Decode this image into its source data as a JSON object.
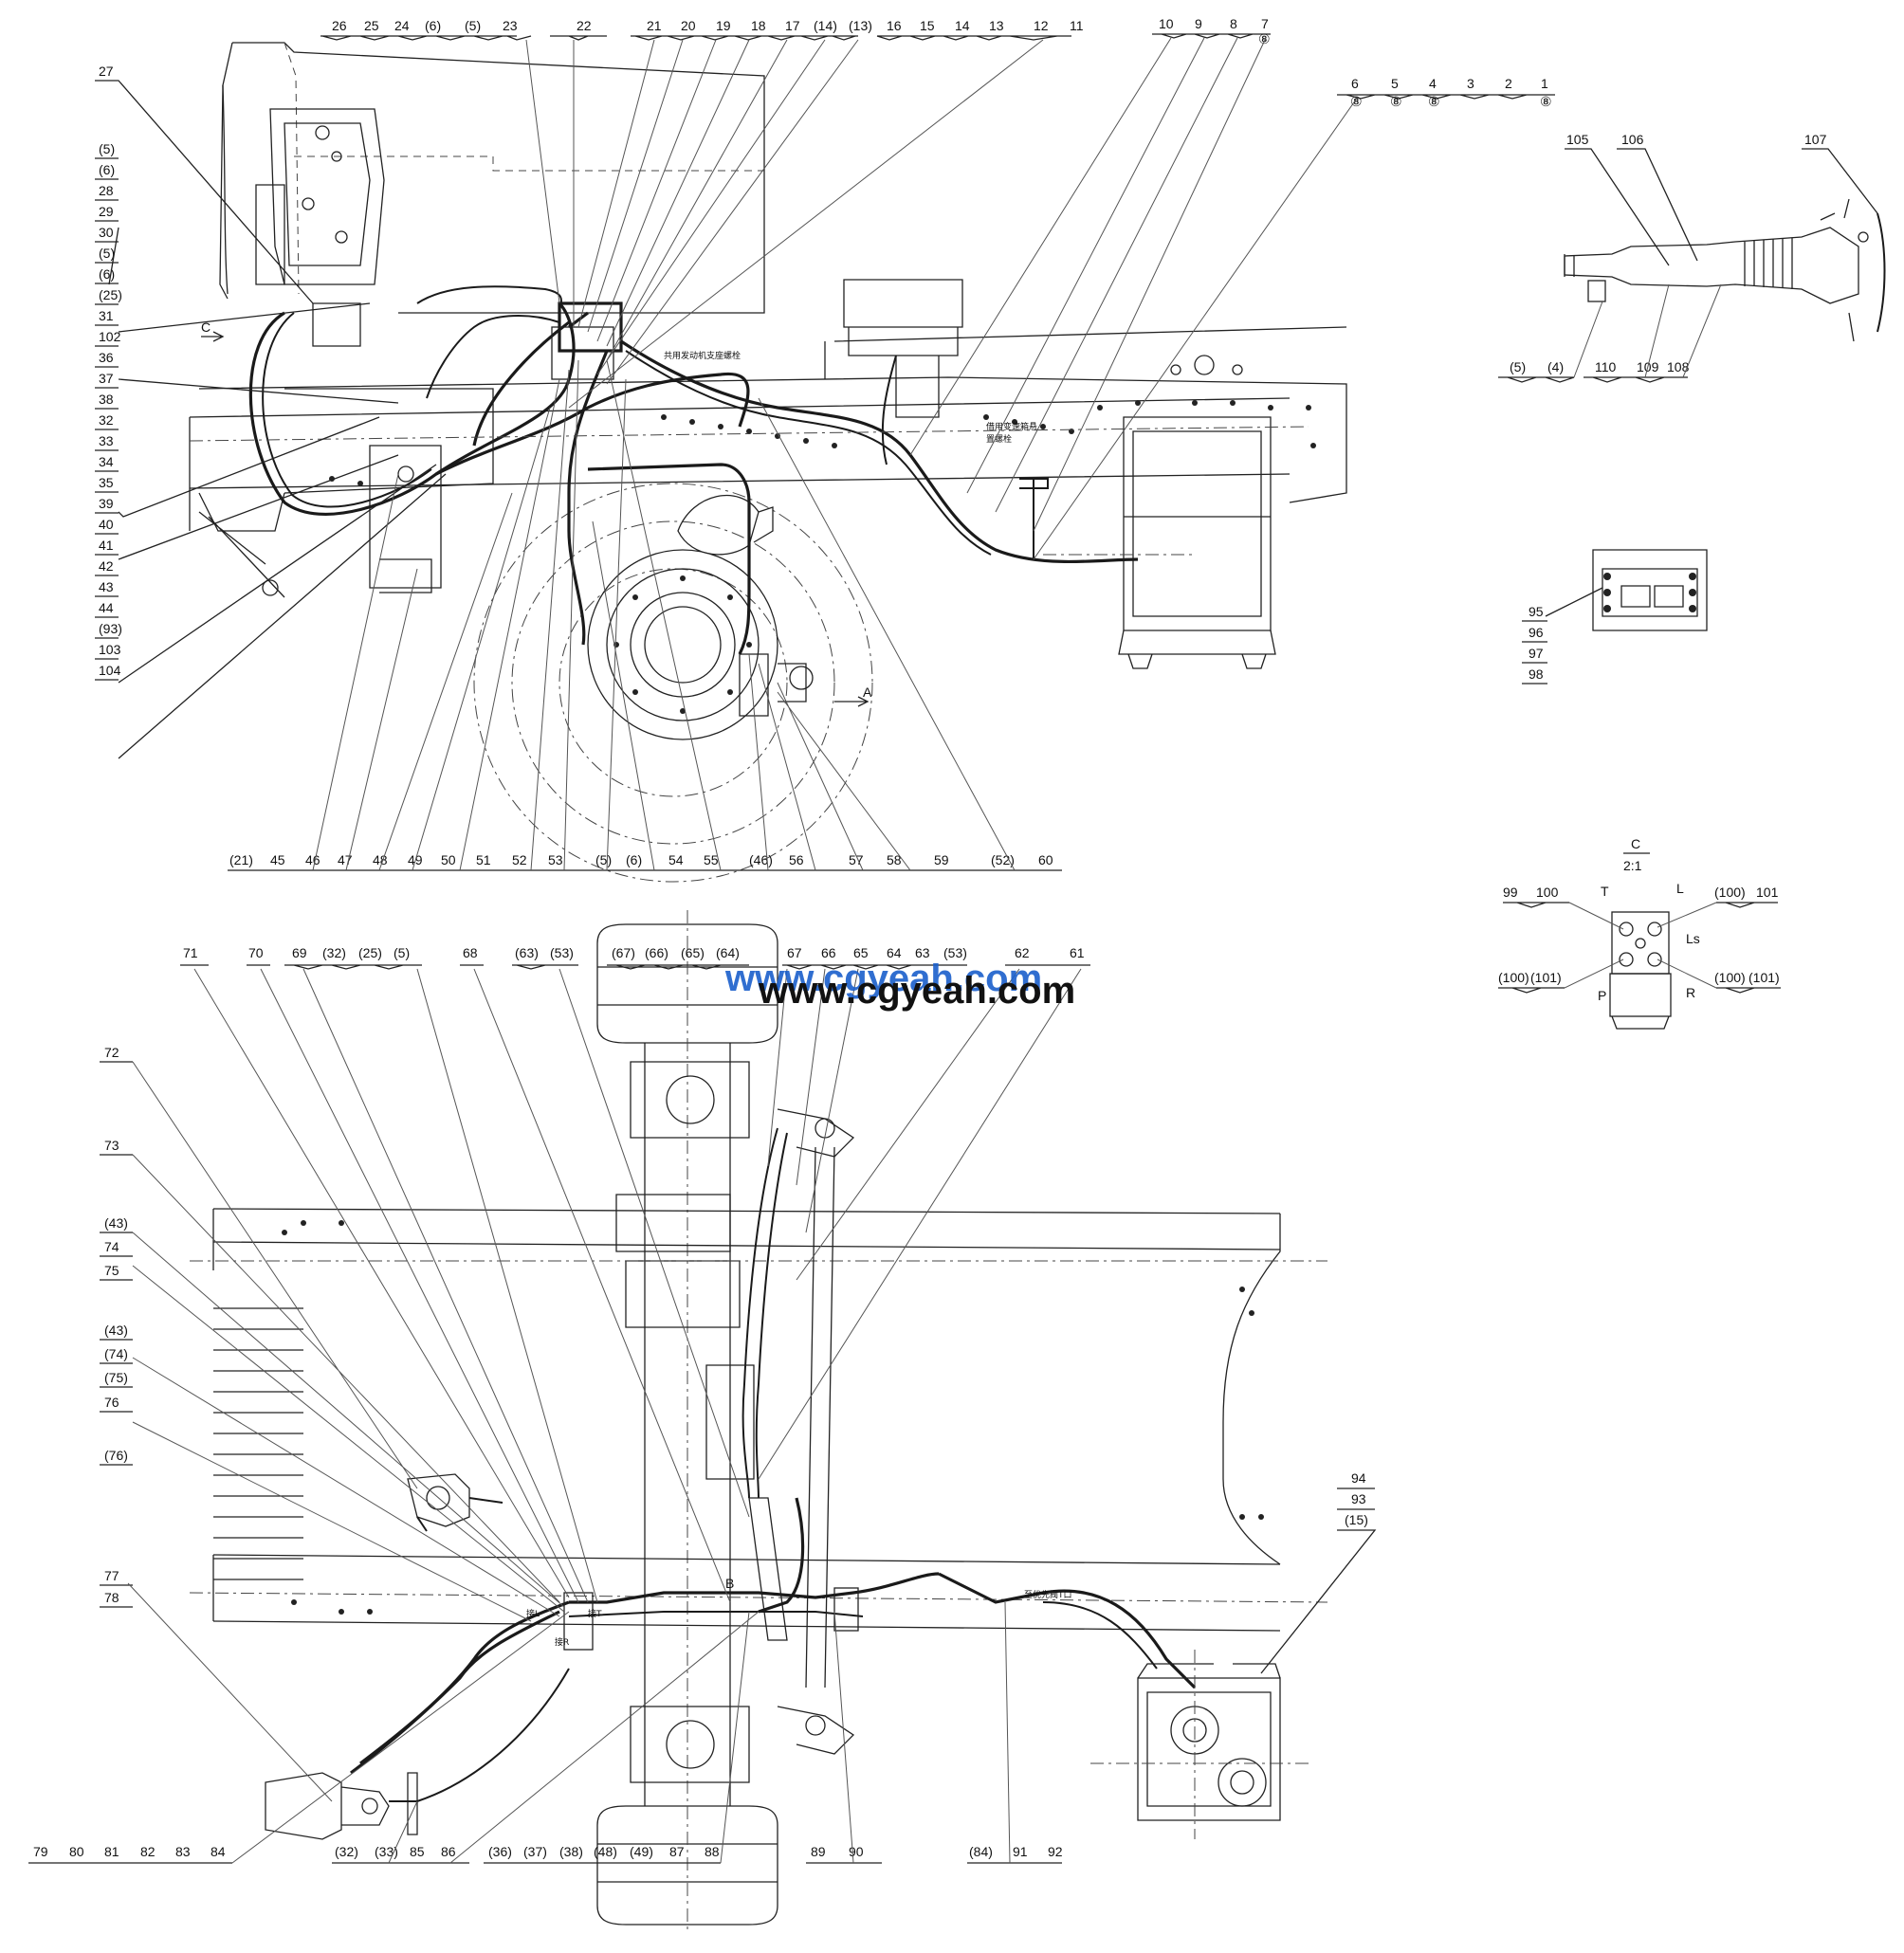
{
  "watermark": {
    "front": "www.cgyeah.com",
    "back": "www.cgyeah.com",
    "color": "#1a5fcc"
  },
  "notes": {
    "shared_engine_bolt": "共用发动机支座螺栓",
    "shared_trans_bolt": "借用变速箱悬置螺栓",
    "to_priority_valve": "至优先阀T口",
    "port_L": "接L",
    "port_T": "接T",
    "port_R": "接R"
  },
  "arrows": {
    "view_c": "C",
    "view_a": "A",
    "view_b": "B"
  },
  "detail": {
    "title": "C",
    "scale": "2:1",
    "port_T": "T",
    "port_L": "L",
    "port_Ls": "Ls",
    "port_P": "P",
    "port_R": "R"
  },
  "callouts": {
    "top_row": [
      "26",
      "25",
      "24",
      "(6)",
      "(5)",
      "23",
      "22",
      "21",
      "20",
      "19",
      "18",
      "17",
      "(14)",
      "(13)",
      "16",
      "15",
      "14",
      "13",
      "12",
      "11"
    ],
    "top_right_a": [
      "10",
      "9",
      "8",
      "7",
      "⑧"
    ],
    "top_right_b": [
      "6",
      "5",
      "4",
      "3",
      "2",
      "1"
    ],
    "top_right_b_circ": [
      "⑧",
      "⑧",
      "⑧",
      "⑧"
    ],
    "left_col": [
      "27",
      "(5)",
      "(6)",
      "28",
      "29",
      "30",
      "(5)",
      "(6)",
      "(25)",
      "31",
      "102",
      "36",
      "37",
      "38",
      "32",
      "33",
      "34",
      "35",
      "39",
      "40",
      "41",
      "42",
      "43",
      "44",
      "(93)",
      "103",
      "104"
    ],
    "mid_bottom": [
      "(21)",
      "45",
      "46",
      "47",
      "48",
      "49",
      "50",
      "51",
      "52",
      "53",
      "(5)",
      "(6)",
      "54",
      "55",
      "(46)",
      "56",
      "57",
      "58",
      "59",
      "(52)",
      "60"
    ],
    "steer": [
      "105",
      "106",
      "107",
      "(5)",
      "(4)",
      "110",
      "109",
      "108"
    ],
    "valve_group": [
      "95",
      "96",
      "97",
      "98"
    ],
    "valve_c": [
      "99",
      "100",
      "(100)",
      "101",
      "(100)",
      "(101)",
      "(100)",
      "(101)"
    ],
    "lower_top": [
      "71",
      "70",
      "69",
      "(32)",
      "(25)",
      "(5)",
      "68",
      "(63)",
      "(53)",
      "(67)",
      "(66)",
      "(65)",
      "(64)",
      "67",
      "66",
      "65",
      "64",
      "63",
      "(53)",
      "62",
      "61"
    ],
    "lower_left": [
      "72",
      "73",
      "(43)",
      "74",
      "75",
      "(43)",
      "(74)",
      "(75)",
      "76",
      "(76)",
      "77",
      "78"
    ],
    "lower_bottom": [
      "79",
      "80",
      "81",
      "82",
      "83",
      "84",
      "(32)",
      "(33)",
      "85",
      "86",
      "(36)",
      "(37)",
      "(38)",
      "(48)",
      "(49)",
      "87",
      "88",
      "89",
      "90",
      "(84)",
      "91",
      "92"
    ],
    "lower_right": [
      "94",
      "93",
      "(15)"
    ]
  }
}
